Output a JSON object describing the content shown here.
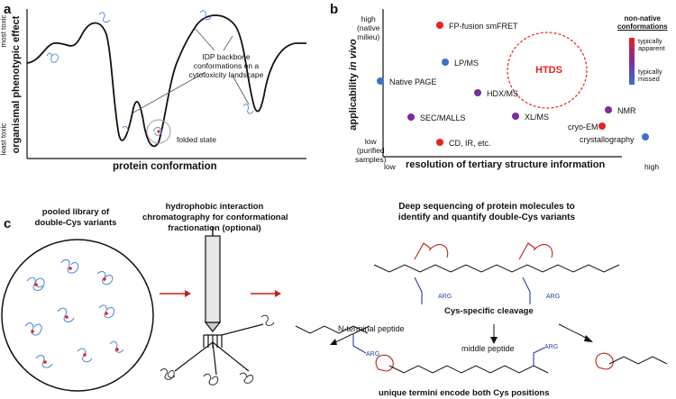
{
  "panel_a": {
    "letter": "a",
    "ylabel": "organismal phenotypic effect",
    "y_top": "most toxic",
    "y_bottom": "least toxic",
    "xlabel": "protein conformation",
    "annot_idp": "IDP backbone conformations on a cytotoxicity landscape",
    "annot_idp_l1": "IDP backbone",
    "annot_idp_l2": "conformations on a",
    "annot_idp_l3": "cytotoxicity landscape",
    "annot_folded": "folded state"
  },
  "panel_b": {
    "letter": "b",
    "ylabel_part1": "applicability ",
    "ylabel_part2": "in vivo",
    "y_high": "high",
    "y_high_sub1": "(native",
    "y_high_sub2": "milieu)",
    "y_low": "low",
    "y_low_sub1": "(purified",
    "y_low_sub2": "samples)",
    "x_low": "low",
    "x_high": "high",
    "xlabel": "resolution of tertiary structure information",
    "htds": "HTDS",
    "legend_title1": "non-native",
    "legend_title2": "conformations",
    "legend_top1": "typically",
    "legend_top2": "apparent",
    "legend_bot1": "typically",
    "legend_bot2": "missed",
    "colors": {
      "red": "#e8221c",
      "purple": "#7a2d9e",
      "blue": "#3a72c4"
    },
    "methods": [
      {
        "label": "FP-fusion smFRET",
        "color": "red"
      },
      {
        "label": "LP/MS",
        "color": "blue"
      },
      {
        "label": "Native PAGE",
        "color": "blue"
      },
      {
        "label": "HDX/MS",
        "color": "purple"
      },
      {
        "label": "SEC/MALLS",
        "color": "purple"
      },
      {
        "label": "XL/MS",
        "color": "purple"
      },
      {
        "label": "NMR",
        "color": "purple"
      },
      {
        "label": "cryo-EM",
        "color": "red"
      },
      {
        "label": "CD, IR, etc.",
        "color": "red"
      },
      {
        "label": "crystallography",
        "color": "blue"
      }
    ]
  },
  "panel_c": {
    "letter": "c",
    "step1_l1": "pooled library of",
    "step1_l2": "double-Cys variants",
    "step2_l1": "hydrophobic interaction",
    "step2_l2": "chromatography for conformational",
    "step2_l3": "fractionation (optional)",
    "step3_l1": "Deep sequencing of protein molecules to",
    "step3_l2": "identify and quantify double-Cys variants",
    "cleavage": "Cys-specific cleavage",
    "nterm": "N-terminal peptide",
    "middle": "middle peptide",
    "termini": "unique termini encode both Cys positions",
    "arg": "ARG"
  }
}
